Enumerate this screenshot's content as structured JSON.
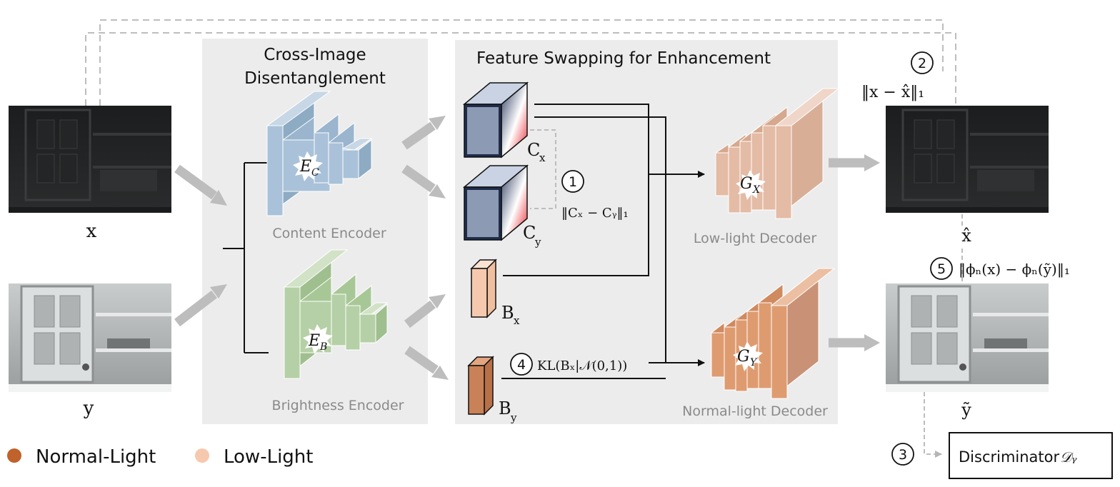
{
  "panels": {
    "disentanglement_title_line1": "Cross-Image",
    "disentanglement_title_line2": "Disentanglement",
    "swapping_title": "Feature Swapping for Enhancement"
  },
  "images": {
    "x_label": "x",
    "y_label": "y",
    "x_hat_label": "x̂",
    "y_tilde_label": "ỹ"
  },
  "encoders": {
    "content_symbol": "E",
    "content_sub": "C",
    "content_label": "Content Encoder",
    "brightness_symbol": "E",
    "brightness_sub": "B",
    "brightness_label": "Brightness Encoder"
  },
  "features": {
    "cx_main": "C",
    "cx_sub": "x",
    "cy_main": "C",
    "cy_sub": "y",
    "bx_main": "B",
    "bx_sub": "x",
    "by_main": "B",
    "by_sub": "y"
  },
  "decoders": {
    "gx_symbol": "G",
    "gx_sub": "X",
    "gx_label": "Low-light Decoder",
    "gy_symbol": "G",
    "gy_sub": "Y",
    "gy_label": "Normal-light Decoder"
  },
  "losses": {
    "l1_number": "1",
    "l1_text": "‖Cₓ − Cᵧ‖₁",
    "l2_number": "2",
    "l2_text": "‖x − x̂‖₁",
    "l3_number": "3",
    "l4_number": "4",
    "l4_text": "KL(Bₓ|𝒩(0,1))",
    "l5_number": "5",
    "l5_text": "‖ϕₙ(x) − ϕₙ(ỹ)‖₁"
  },
  "discriminator": {
    "label": "Discriminator",
    "symbol": "𝒟ᵧ"
  },
  "legend": {
    "normal_light": "Normal-Light",
    "low_light": "Low-Light"
  },
  "colors": {
    "panel_bg": "#ececec",
    "arrow_grey": "#bdbdbd",
    "content_blue": "#a9c2d9",
    "brightness_green": "#b5d0a6",
    "low_decoder": "#e4bba5",
    "normal_decoder": "#df9b70",
    "normal_light": "#c0622b",
    "low_light": "#f6c9ae"
  }
}
